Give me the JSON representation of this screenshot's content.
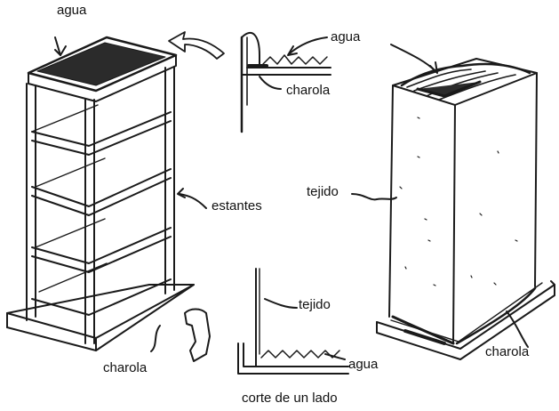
{
  "labels": {
    "agua_top": "agua",
    "agua_detail": "agua",
    "charola_detail": "charola",
    "estantes": "estantes",
    "tejido_right": "tejido",
    "tejido_detail": "tejido",
    "charola_left": "charola",
    "charola_right": "charola",
    "agua_bottom": "agua",
    "corte": "corte de un lado"
  },
  "colors": {
    "ink": "#1a1a1a",
    "paper": "#ffffff"
  }
}
